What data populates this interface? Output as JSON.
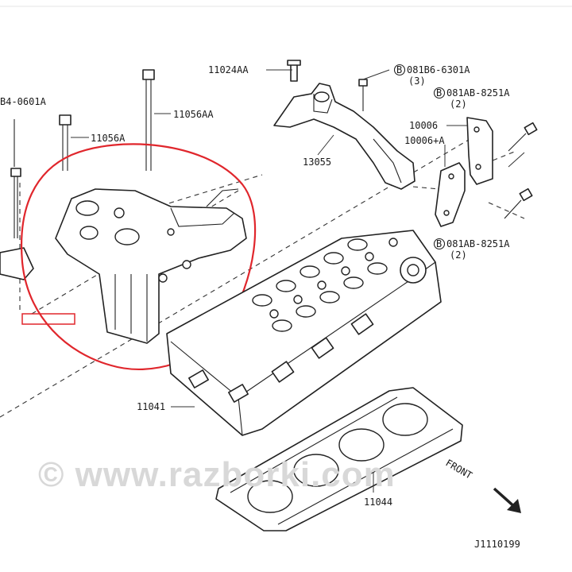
{
  "diagram": {
    "highlight_color": "#e0262c",
    "callouts": {
      "c_0601a": "B4-0601A",
      "c_11056aa": "11056AA",
      "c_11056a": "11056A",
      "c_11024aa": "11024AA",
      "c_6301a": "081B6-6301A",
      "c_6301a_qty": "(3)",
      "c_8251a_top": "081AB-8251A",
      "c_8251a_top_qty": "(2)",
      "c_10006": "10006",
      "c_10006a": "10006+A",
      "c_13055": "13055",
      "c_8251a_bot": "081AB-8251A",
      "c_8251a_bot_qty": "(2)",
      "c_11041": "11041",
      "c_11044": "11044",
      "c_front": "FRONT",
      "c_ref": "J1110199",
      "circle_symbol": "B"
    },
    "watermark": "© www.razborki.com"
  }
}
